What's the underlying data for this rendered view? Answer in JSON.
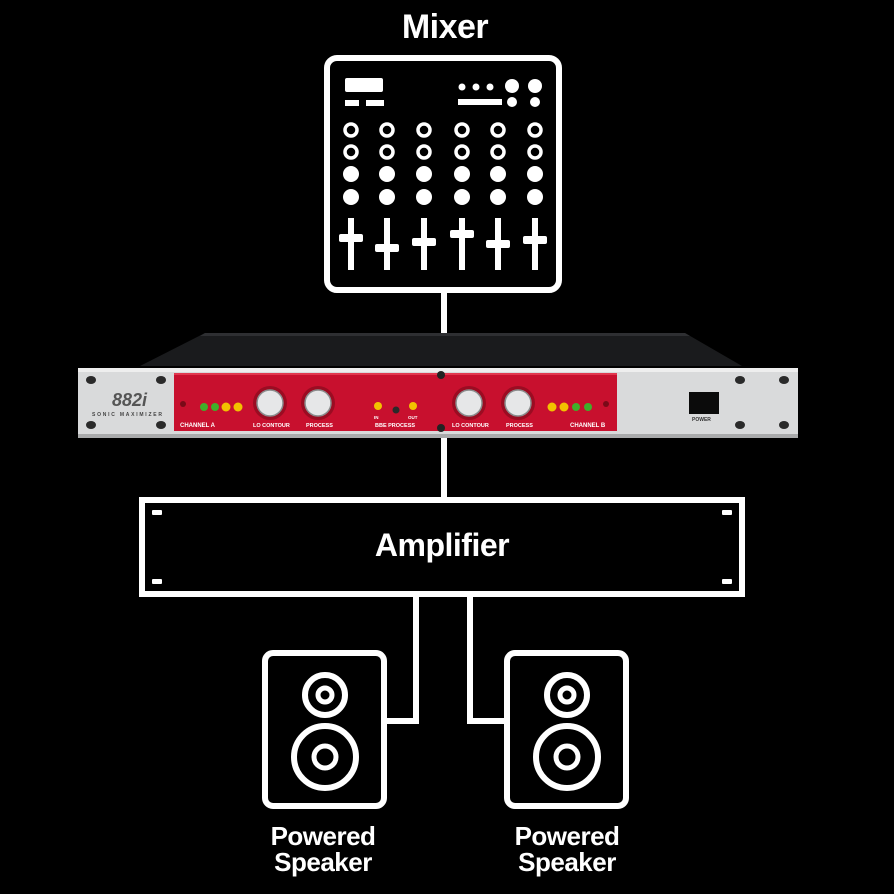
{
  "diagram": {
    "mixer_label": "Mixer",
    "amplifier_label": "Amplifier",
    "speaker_left_label": "Powered Speaker",
    "speaker_right_label": "Powered Speaker"
  },
  "device": {
    "model_label": "882i",
    "brand_label": "SONIC MAXIMIZER",
    "channel_a_label": "CHANNEL A",
    "channel_b_label": "CHANNEL B",
    "lo_contour_label": "LO CONTOUR",
    "process_label": "PROCESS",
    "bbe_process_label": "BBE PROCESS",
    "in_label": "IN",
    "out_label": "OUT",
    "power_label": "POWER"
  },
  "colors": {
    "background": "#000000",
    "line": "#ffffff",
    "panel_red": "#c8102e",
    "rack_silver": "#d9dadb",
    "led_green": "#3fae2a",
    "led_yellow": "#f2c200"
  }
}
